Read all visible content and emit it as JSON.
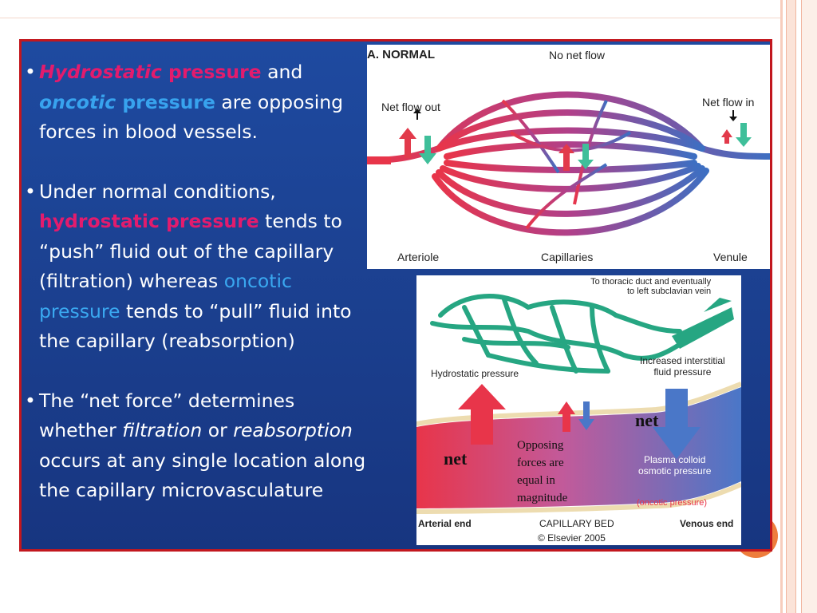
{
  "slide": {
    "bullets": [
      {
        "segments": [
          {
            "text": "Hydrostatic",
            "style": "pink italic"
          },
          {
            "text": " pressure",
            "style": "pink"
          },
          {
            "text": " and ",
            "style": ""
          },
          {
            "text": "oncotic",
            "style": "blue-bold italic"
          },
          {
            "text": " pressure",
            "style": "blue-bold"
          },
          {
            "text": "  are opposing forces in blood vessels.",
            "style": ""
          }
        ]
      },
      {
        "segments": [
          {
            "text": "Under normal conditions, ",
            "style": ""
          },
          {
            "text": "hydrostatic pressure",
            "style": "pink"
          },
          {
            "text": " tends to “push” fluid out of the capillary (filtration) whereas ",
            "style": ""
          },
          {
            "text": "oncotic pressure",
            "style": "blue"
          },
          {
            "text": " tends to “pull” fluid into the capillary (reabsorption)",
            "style": ""
          }
        ]
      },
      {
        "segments": [
          {
            "text": "The “net force” determines whether ",
            "style": ""
          },
          {
            "text": "filtration",
            "style": "italic"
          },
          {
            "text": " or ",
            "style": ""
          },
          {
            "text": "reabsorption",
            "style": "italic"
          },
          {
            "text": "  occurs at any single location along the capillary microvasculature",
            "style": ""
          }
        ]
      }
    ]
  },
  "figure_a": {
    "title": "A. NORMAL",
    "no_net_flow": "No net flow",
    "net_flow_out": "Net flow out",
    "net_flow_in": "Net flow in",
    "arteriole": "Arteriole",
    "capillaries": "Capillaries",
    "venule": "Venule",
    "colors": {
      "arterial": "#e8354a",
      "venous": "#3d6fc2",
      "up_arrow": "#e23a4b",
      "down_arrow": "#3fbf9a"
    }
  },
  "figure_b": {
    "thoracic_line1": "To thoracic duct and eventually",
    "thoracic_line2": "to left subclavian vein",
    "hydrostatic": "Hydrostatic pressure",
    "interstitial_line1": "Increased interstitial",
    "interstitial_line2": "fluid pressure",
    "net_left": "net",
    "net_right": "net",
    "opposing": [
      "Opposing",
      "forces are",
      "equal in",
      "magnitude"
    ],
    "plasma_line1": "Plasma colloid",
    "plasma_line2": "osmotic pressure",
    "oncotic": "(oncotic pressure)",
    "arterial_end": "Arterial end",
    "capillary_bed": "CAPILLARY BED",
    "venous_end": "Venous end",
    "copyright": "© Elsevier 2005",
    "colors": {
      "lymph": "#26a682",
      "arterial": "#e8354a",
      "venous": "#4a77c8"
    }
  }
}
